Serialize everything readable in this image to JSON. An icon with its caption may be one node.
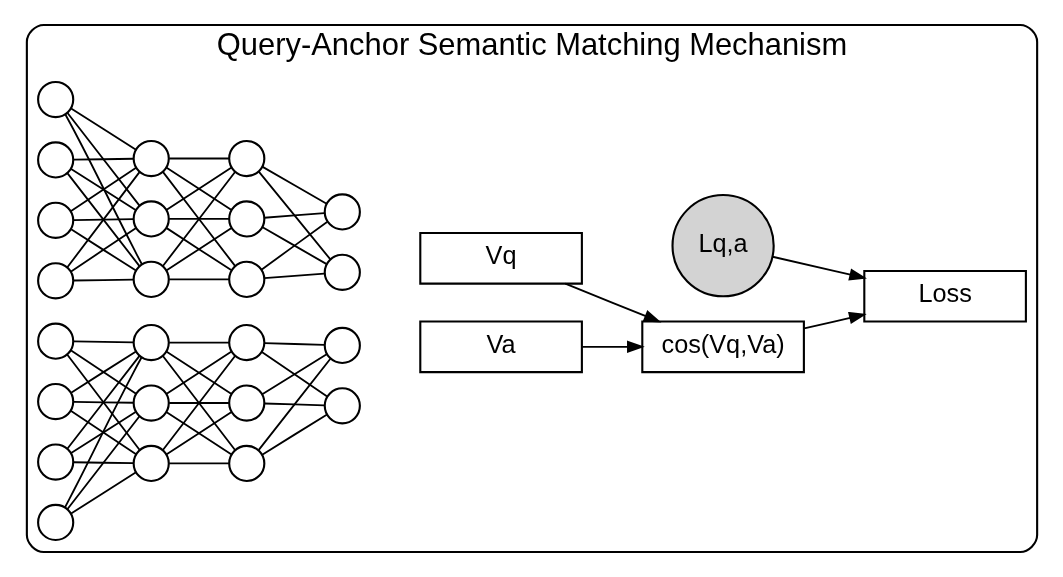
{
  "diagram": {
    "nodes": [
      {
        "text": [
          "Query-Anchor Semantic Matching Mechanism"
        ]
      },
      {
        "text": [],
        "shape": "circle",
        "in": 0
      },
      {
        "text": [],
        "shape": "circle",
        "in": 0
      },
      {
        "text": [],
        "shape": "circle",
        "in": 0
      },
      {
        "text": [],
        "shape": "circle",
        "in": 0
      },
      {
        "text": [],
        "shape": "circle",
        "in": 0
      },
      {
        "text": [],
        "shape": "circle",
        "in": 0
      },
      {
        "text": [],
        "shape": "circle",
        "in": 0
      },
      {
        "text": [],
        "shape": "circle",
        "in": 0
      },
      {
        "text": [],
        "shape": "circle",
        "in": 0
      },
      {
        "text": [],
        "shape": "circle",
        "in": 0
      },
      {
        "text": [],
        "shape": "circle",
        "in": 0
      },
      {
        "text": [],
        "shape": "circle",
        "in": 0
      },
      {
        "text": [],
        "shape": "circle",
        "in": 0
      },
      {
        "text": [],
        "shape": "circle",
        "in": 0
      },
      {
        "text": [],
        "shape": "circle",
        "in": 0
      },
      {
        "text": [],
        "shape": "circle",
        "in": 0
      },
      {
        "text": [],
        "shape": "circle",
        "in": 0
      },
      {
        "text": [],
        "shape": "circle",
        "in": 0
      },
      {
        "text": [],
        "shape": "circle",
        "in": 0
      },
      {
        "text": [],
        "shape": "circle",
        "in": 0
      },
      {
        "text": [],
        "shape": "circle",
        "in": 0
      },
      {
        "text": [],
        "shape": "circle",
        "in": 0
      },
      {
        "text": [],
        "shape": "circle",
        "in": 0
      },
      {
        "text": [],
        "shape": "circle",
        "in": 0
      },
      {
        "text": [
          "Lq,a"
        ],
        "in": 0
      },
      {
        "text": [
          "Vq"
        ],
        "in": 0
      },
      {
        "text": [
          "cos(Vq,Va)"
        ],
        "in": 0
      },
      {
        "text": [
          "Loss"
        ],
        "in": 0
      },
      {
        "text": [
          "Va"
        ],
        "in": 0
      }
    ],
    "edges": [
      {
        "from": 1,
        "to": 5,
        "arrow": "none"
      },
      {
        "from": 1,
        "to": 6,
        "arrow": "none"
      },
      {
        "from": 1,
        "to": 7,
        "arrow": "none"
      },
      {
        "from": 2,
        "to": 5,
        "arrow": "none"
      },
      {
        "from": 2,
        "to": 6,
        "arrow": "none"
      },
      {
        "from": 2,
        "to": 7,
        "arrow": "none"
      },
      {
        "from": 3,
        "to": 5,
        "arrow": "none"
      },
      {
        "from": 3,
        "to": 6,
        "arrow": "none"
      },
      {
        "from": 3,
        "to": 7,
        "arrow": "none"
      },
      {
        "from": 4,
        "to": 5,
        "arrow": "none"
      },
      {
        "from": 4,
        "to": 6,
        "arrow": "none"
      },
      {
        "from": 4,
        "to": 7,
        "arrow": "none"
      },
      {
        "from": 5,
        "to": 8,
        "arrow": "none"
      },
      {
        "from": 5,
        "to": 9,
        "arrow": "none"
      },
      {
        "from": 5,
        "to": 10,
        "arrow": "none"
      },
      {
        "from": 6,
        "to": 8,
        "arrow": "none"
      },
      {
        "from": 6,
        "to": 9,
        "arrow": "none"
      },
      {
        "from": 6,
        "to": 10,
        "arrow": "none"
      },
      {
        "from": 7,
        "to": 8,
        "arrow": "none"
      },
      {
        "from": 7,
        "to": 9,
        "arrow": "none"
      },
      {
        "from": 7,
        "to": 10,
        "arrow": "none"
      },
      {
        "from": 8,
        "to": 11,
        "arrow": "none"
      },
      {
        "from": 8,
        "to": 12,
        "arrow": "none"
      },
      {
        "from": 9,
        "to": 11,
        "arrow": "none"
      },
      {
        "from": 9,
        "to": 12,
        "arrow": "none"
      },
      {
        "from": 10,
        "to": 11,
        "arrow": "none"
      },
      {
        "from": 10,
        "to": 12,
        "arrow": "none"
      },
      {
        "from": 13,
        "to": 17,
        "arrow": "none"
      },
      {
        "from": 13,
        "to": 18,
        "arrow": "none"
      },
      {
        "from": 13,
        "to": 19,
        "arrow": "none"
      },
      {
        "from": 14,
        "to": 17,
        "arrow": "none"
      },
      {
        "from": 14,
        "to": 18,
        "arrow": "none"
      },
      {
        "from": 14,
        "to": 19,
        "arrow": "none"
      },
      {
        "from": 15,
        "to": 17,
        "arrow": "none"
      },
      {
        "from": 15,
        "to": 18,
        "arrow": "none"
      },
      {
        "from": 15,
        "to": 19,
        "arrow": "none"
      },
      {
        "from": 16,
        "to": 17,
        "arrow": "none"
      },
      {
        "from": 16,
        "to": 18,
        "arrow": "none"
      },
      {
        "from": 16,
        "to": 19,
        "arrow": "none"
      },
      {
        "from": 17,
        "to": 20,
        "arrow": "none"
      },
      {
        "from": 17,
        "to": 21,
        "arrow": "none"
      },
      {
        "from": 17,
        "to": 22,
        "arrow": "none"
      },
      {
        "from": 18,
        "to": 20,
        "arrow": "none"
      },
      {
        "from": 18,
        "to": 21,
        "arrow": "none"
      },
      {
        "from": 18,
        "to": 22,
        "arrow": "none"
      },
      {
        "from": 19,
        "to": 20,
        "arrow": "none"
      },
      {
        "from": 19,
        "to": 21,
        "arrow": "none"
      },
      {
        "from": 19,
        "to": 22,
        "arrow": "none"
      },
      {
        "from": 20,
        "to": 23,
        "arrow": "none"
      },
      {
        "from": 20,
        "to": 24,
        "arrow": "none"
      },
      {
        "from": 21,
        "to": 23,
        "arrow": "none"
      },
      {
        "from": 21,
        "to": 24,
        "arrow": "none"
      },
      {
        "from": 22,
        "to": 23,
        "arrow": "none"
      },
      {
        "from": 22,
        "to": 24,
        "arrow": "none"
      },
      {
        "from": 26,
        "to": 27,
        "arrow": "to"
      },
      {
        "from": 29,
        "to": 27,
        "arrow": "to"
      },
      {
        "from": 27,
        "to": 28,
        "arrow": "to"
      },
      {
        "from": 25,
        "to": 28,
        "arrow": "to"
      }
    ]
  }
}
